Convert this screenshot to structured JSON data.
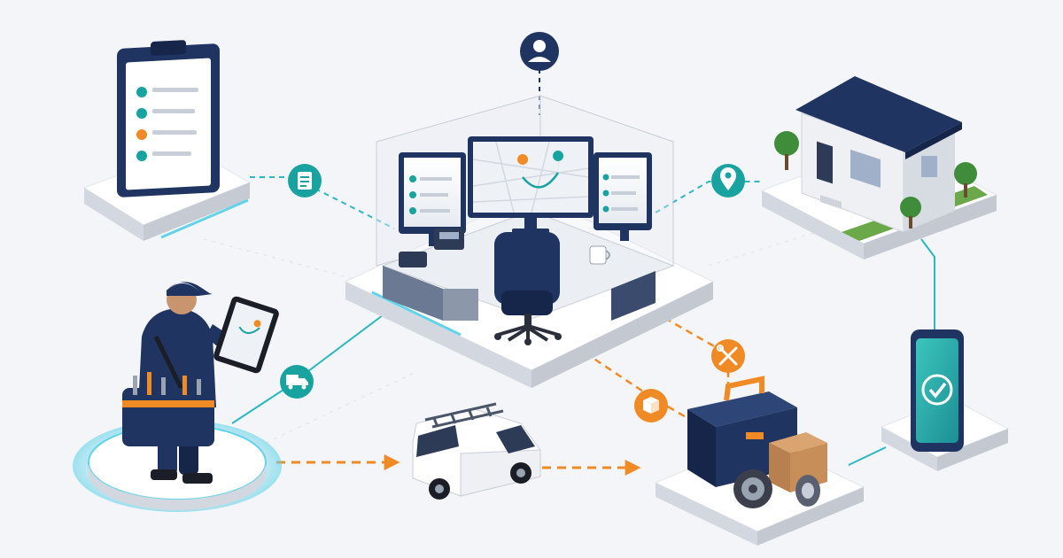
{
  "colors": {
    "background": "#f4f5f8",
    "navy": "#1f3460",
    "navy_dark": "#16264a",
    "teal": "#19a3a0",
    "teal_line": "#2bb8c4",
    "orange": "#f08a24",
    "platform_top": "#ffffff",
    "platform_side": "#d3d7df",
    "glow": "#62d3e8",
    "green": "#3f8d3a",
    "cardboard": "#c88e5a"
  },
  "icons": {
    "dispatcher": "user-icon",
    "work_order": "document-icon",
    "location": "map-pin-icon",
    "vehicle": "truck-icon",
    "service": "wrench-screwdriver-icon",
    "parts": "package-icon",
    "confirmation": "check-circle-icon"
  },
  "connections": [
    {
      "from": "clipboard",
      "to": "dispatch-desk",
      "style": "teal"
    },
    {
      "from": "dispatch-desk",
      "to": "house",
      "style": "teal"
    },
    {
      "from": "house",
      "to": "smartphone",
      "style": "teal"
    },
    {
      "from": "technician",
      "to": "dispatch-desk",
      "style": "teal"
    },
    {
      "from": "technician",
      "to": "van",
      "style": "orange-arrow"
    },
    {
      "from": "van",
      "to": "parts-platform",
      "style": "orange-arrow"
    },
    {
      "from": "dispatch-desk",
      "to": "parts-platform",
      "style": "orange"
    },
    {
      "from": "smartphone",
      "to": "parts-platform",
      "style": "teal"
    }
  ]
}
